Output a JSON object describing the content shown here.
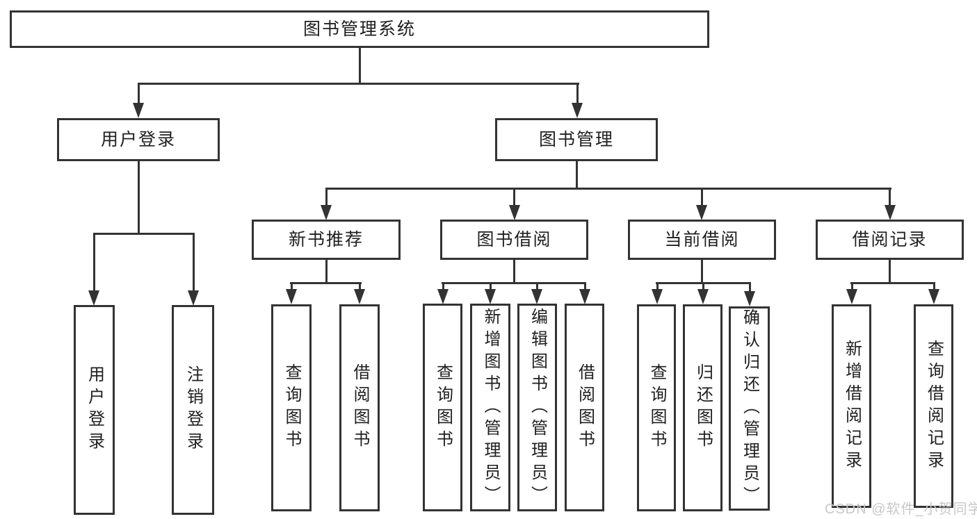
{
  "diagram": {
    "root": {
      "label": "图书管理系统"
    },
    "branches": [
      {
        "label": "用户登录",
        "children": [
          {
            "label": "用户登录"
          },
          {
            "label": "注销登录"
          }
        ]
      },
      {
        "label": "图书管理",
        "children": [
          {
            "label": "新书推荐",
            "children": [
              {
                "label": "查询图书"
              },
              {
                "label": "借阅图书"
              }
            ]
          },
          {
            "label": "图书借阅",
            "children": [
              {
                "label": "查询图书"
              },
              {
                "label": "新增图书（管理员）"
              },
              {
                "label": "编辑图书（管理员）"
              },
              {
                "label": "借阅图书"
              }
            ]
          },
          {
            "label": "当前借阅",
            "children": [
              {
                "label": "查询图书"
              },
              {
                "label": "归还图书"
              },
              {
                "label": "确认归还（管理员）"
              }
            ]
          },
          {
            "label": "借阅记录",
            "children": [
              {
                "label": "新增借阅记录"
              },
              {
                "label": "查询借阅记录"
              }
            ]
          }
        ]
      }
    ]
  },
  "watermark": {
    "text": "CSDN @软件_小贺同学"
  },
  "colors": {
    "line": "#333333",
    "text": "#1f1f1f",
    "box_fill": "#ffffff",
    "watermark": "#c8c8c8",
    "background": "#ffffff"
  }
}
